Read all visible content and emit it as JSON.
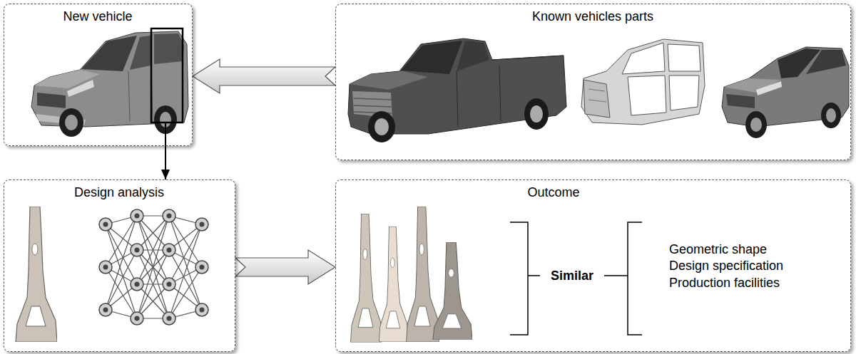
{
  "diagram": {
    "nodes": [
      {
        "text": [
          "New vehicle"
        ]
      },
      {
        "text": [
          "Known vehicles parts"
        ]
      },
      {
        "text": [
          "Design analysis"
        ]
      },
      {
        "text": [
          "Outcome"
        ]
      }
    ],
    "edges": [
      {
        "from": 1,
        "to": 0,
        "arrow": "to"
      },
      {
        "from": 0,
        "to": 2,
        "arrow": "to"
      },
      {
        "from": 2,
        "to": 3,
        "arrow": "to"
      }
    ],
    "labels": [
      "Similar",
      "Geometric shape",
      "Design specification",
      "Production facilities"
    ]
  }
}
